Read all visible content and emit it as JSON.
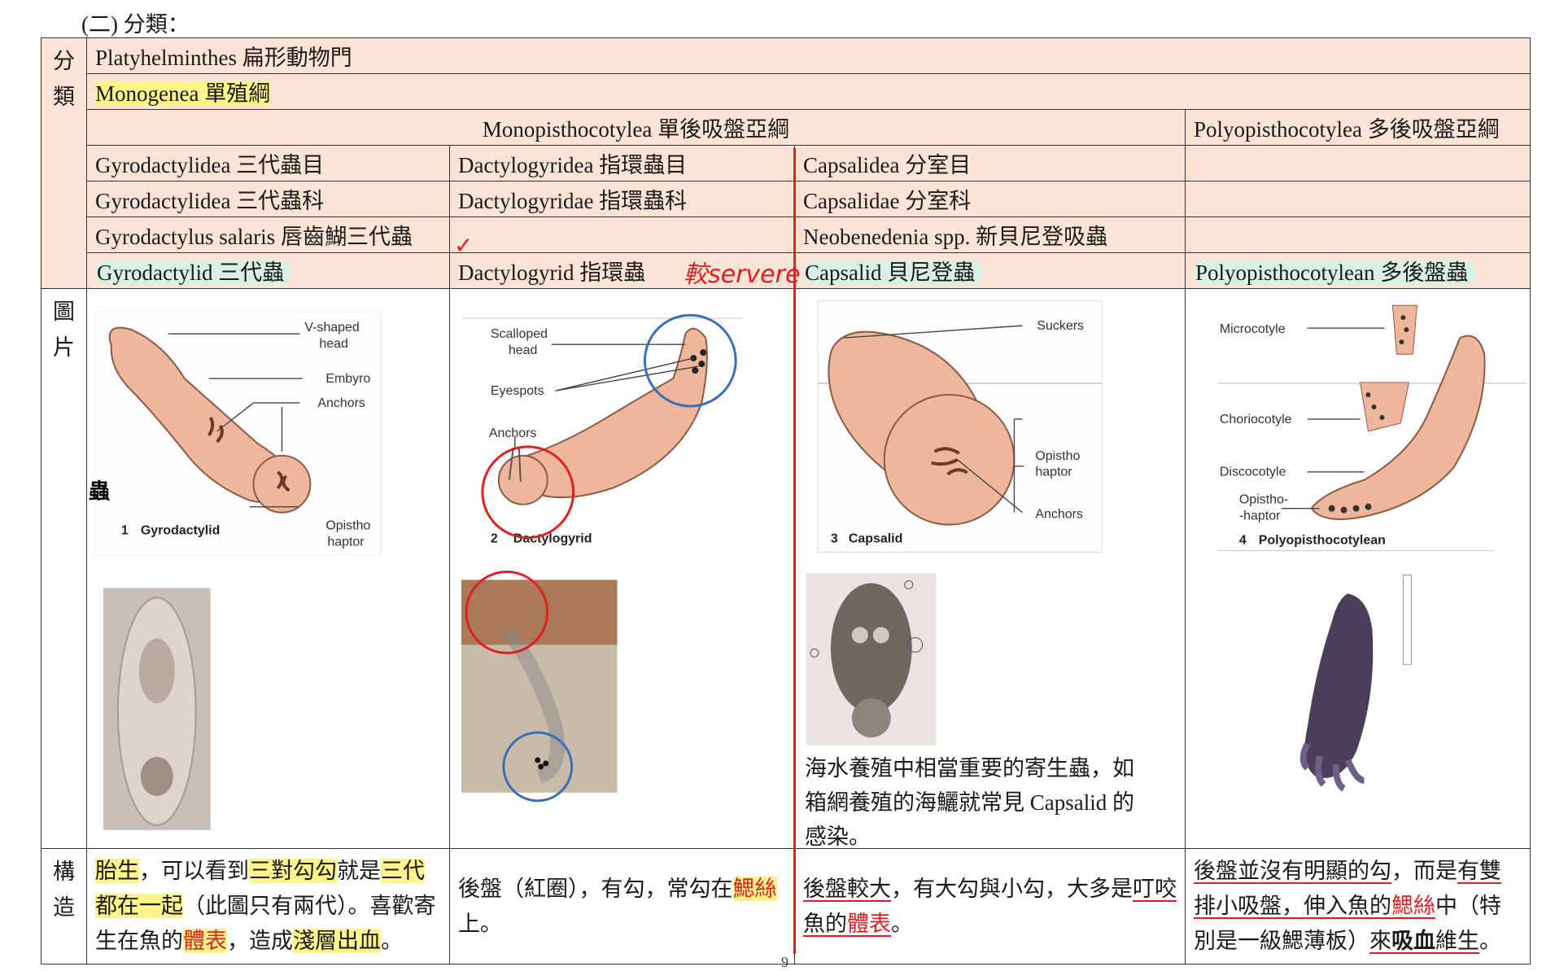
{
  "heading": "(二) 分類：",
  "side": {
    "classification": [
      "分",
      "類"
    ],
    "picture": [
      "圖",
      "片"
    ],
    "structure": [
      "構",
      "造"
    ]
  },
  "rows": {
    "phylum": "Platyhelminthes 扁形動物門",
    "class": "Monogenea 單殖綱",
    "subclass_mono": "Monopisthocotylea 單後吸盤亞綱",
    "subclass_poly": "Polyopisthocotylea 多後吸盤亞綱",
    "order": [
      "Gyrodactylidea 三代蟲目",
      "Dactylogyridea 指環蟲目",
      "Capsalidea 分室目",
      ""
    ],
    "family": [
      "Gyrodactylidea 三代蟲科",
      "Dactylogyridae 指環蟲科",
      "Capsalidae 分室科",
      ""
    ],
    "species": [
      "Gyrodactylus salaris 唇齒鰗三代蟲",
      "",
      "Neobenedenia spp.  新貝尼登吸蟲",
      ""
    ],
    "common": [
      "Gyrodactylid  三代蟲",
      "Dactylogyrid  指環蟲",
      "Capsalid 貝尼登蟲",
      "Polyopisthocotylean 多後盤蟲"
    ]
  },
  "annotations": {
    "check": "✓",
    "handwritten": "較servere"
  },
  "figures": {
    "gyro": {
      "labels": [
        "V-shaped",
        "head",
        "Embyro",
        "Anchors",
        "Opistho",
        "haptor"
      ],
      "num": "1",
      "name": "Gyrodactylid",
      "edge_char": "蟲"
    },
    "dacty": {
      "labels": [
        "Scalloped",
        "head",
        "Eyespots",
        "Anchors"
      ],
      "num": "2",
      "name": "Dactylogyrid"
    },
    "caps": {
      "labels": [
        "Suckers",
        "Opistho",
        "haptor",
        "Anchors"
      ],
      "num": "3",
      "name": "Capsalid"
    },
    "poly": {
      "labels": [
        "Microcotyle",
        "Choriocotyle",
        "Discocotyle",
        "Opistho-",
        "-haptor"
      ],
      "num": "4",
      "name": "Polyopisthocotylean"
    }
  },
  "capsalid_note": [
    "海水養殖中相當重要的寄生蟲，如",
    "箱網養殖的海鱺就常見 Capsalid 的",
    "感染。"
  ],
  "structure": {
    "gyro": [
      {
        "t": "胎生",
        "c": "hl"
      },
      {
        "t": "，可以看到",
        "c": ""
      },
      {
        "t": "三對勾勾",
        "c": "hl"
      },
      {
        "t": "就是",
        "c": ""
      },
      {
        "t": "三代都在一起",
        "c": "hl"
      },
      {
        "t": "（此圖只有兩代）。喜歡寄生在魚的",
        "c": ""
      },
      {
        "t": "體表",
        "c": "hlred"
      },
      {
        "t": "，造成",
        "c": ""
      },
      {
        "t": "淺層出血",
        "c": "hl"
      },
      {
        "t": "。",
        "c": ""
      }
    ],
    "dacty": [
      {
        "t": "後盤（紅圈），有勾，常勾在",
        "c": ""
      },
      {
        "t": "鰓絲",
        "c": "hlred"
      },
      {
        "t": "上。",
        "c": ""
      }
    ],
    "caps": [
      {
        "t": "後盤較大",
        "c": "ul"
      },
      {
        "t": "，有大勾與小勾，大多是",
        "c": ""
      },
      {
        "t": "叮咬魚的",
        "c": "ul"
      },
      {
        "t": "體表",
        "c": "redul"
      },
      {
        "t": "。",
        "c": ""
      }
    ],
    "poly": [
      {
        "t": "後盤並沒有明顯的勾",
        "c": "ul"
      },
      {
        "t": "，而是",
        "c": ""
      },
      {
        "t": "有雙排小吸盤，伸入魚的",
        "c": "ul"
      },
      {
        "t": "鰓絲",
        "c": "redul"
      },
      {
        "t": "中（特別是一級鰓薄板）",
        "c": ""
      },
      {
        "t": "來",
        "c": "ul"
      },
      {
        "t": "吸血",
        "c": "boldul"
      },
      {
        "t": "維生",
        "c": "ul"
      },
      {
        "t": "。",
        "c": ""
      }
    ]
  },
  "page_number": "9",
  "colors": {
    "header_bg": "#fbe4d5",
    "highlight_yellow": "#fdf58a",
    "highlight_green": "#d9f1e4",
    "annotation_red": "#e02020",
    "annotation_blue": "#3a6fb8",
    "worm_fill": "#eeb79c"
  }
}
